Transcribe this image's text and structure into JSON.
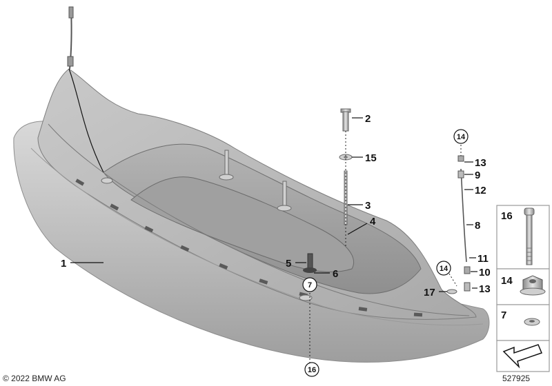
{
  "callouts": {
    "p1": "1",
    "p2": "2",
    "p3": "3",
    "p4": "4",
    "p5": "5",
    "p6": "6",
    "p7": "7",
    "p8": "8",
    "p9": "9",
    "p10": "10",
    "p11": "11",
    "p12": "12",
    "p13a": "13",
    "p13b": "13",
    "p14a": "14",
    "p14b": "14",
    "p15": "15",
    "p16": "16",
    "p17": "17"
  },
  "legend": {
    "l16": "16",
    "l14": "14",
    "l7": "7"
  },
  "footer": {
    "copyright": "© 2022 BMW AG",
    "diagram_number": "527925"
  }
}
